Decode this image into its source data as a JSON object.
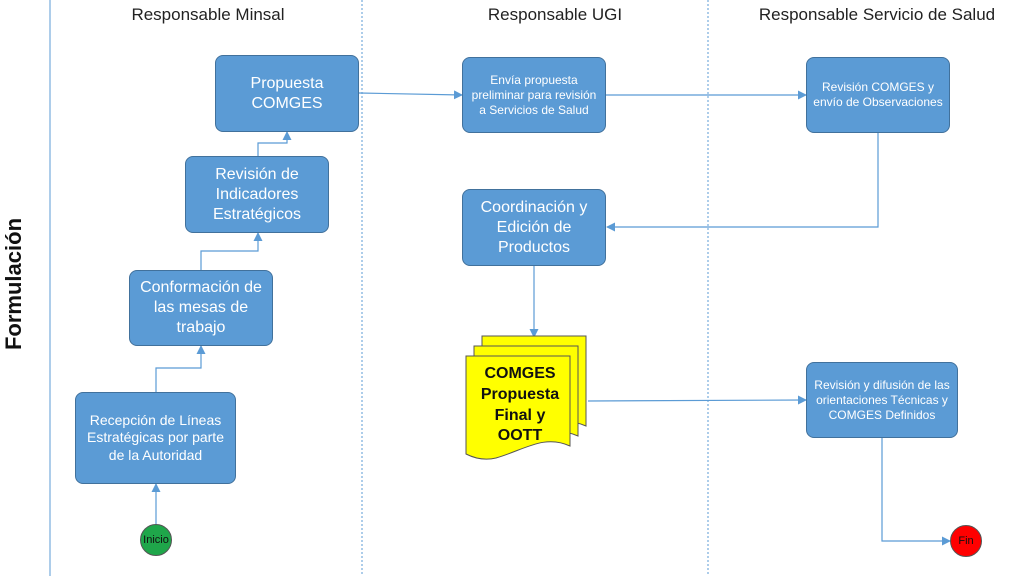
{
  "side_label": "Formulación",
  "lanes": [
    "Responsable Minsal",
    "Responsable UGI",
    "Responsable Servicio de Salud"
  ],
  "boxes": {
    "propuesta": "Propuesta COMGES",
    "revision_indicadores": "Revisión de Indicadores Estratégicos",
    "conformacion": "Conformación de las mesas de trabajo",
    "recepcion": "Recepción de Líneas Estratégicas por parte de la Autoridad",
    "envia": "Envía propuesta preliminar para revisión a Servicios de Salud",
    "coordinacion": "Coordinación y Edición de Productos",
    "revision_comges": "Revisión COMGES y envío de Observaciones",
    "revision_difusion": "Revisión y difusión de las orientaciones Técnicas y COMGES Definidos"
  },
  "document": [
    "COMGES",
    "Propuesta",
    "Final y",
    "OOTT"
  ],
  "start": "Inicio",
  "end": "Fin",
  "colors": {
    "box_fill": "#5b9bd5",
    "box_border": "#41719c",
    "document_fill": "#ffff00",
    "start_fill": "#1fa64a",
    "end_fill": "#ff0000",
    "arrow": "#5b9bd5"
  }
}
